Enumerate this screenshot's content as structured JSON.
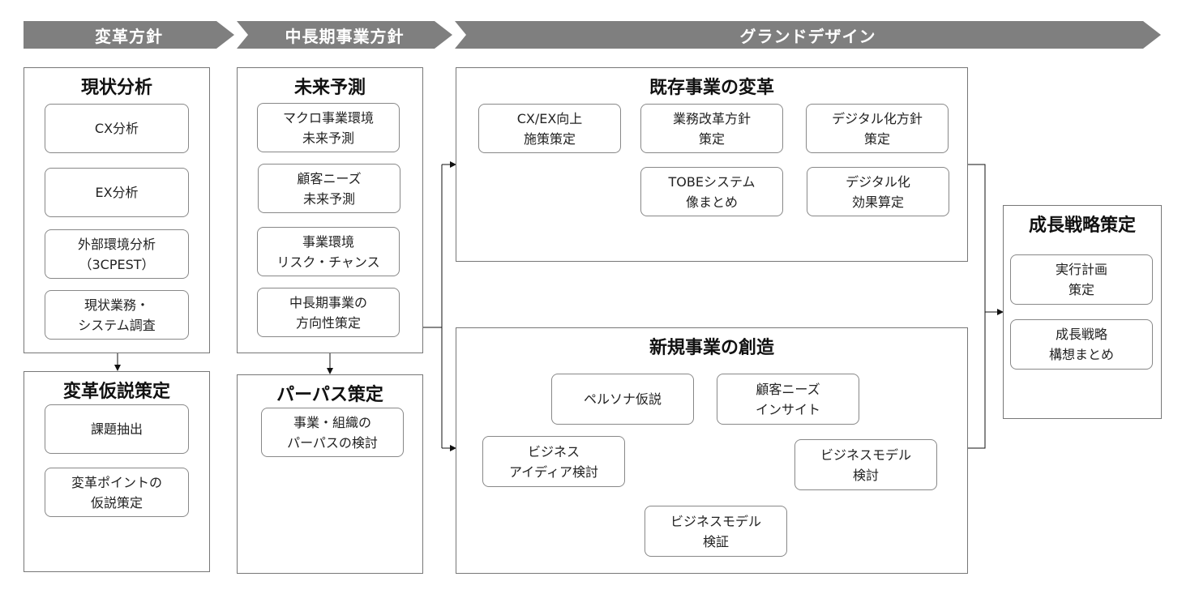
{
  "phases": {
    "p1": "変革方針",
    "p2": "中長期事業方針",
    "p3": "グランドデザイン"
  },
  "genjo": {
    "title": "現状分析",
    "items": [
      "CX分析",
      "EX分析",
      "外部環境分析",
      "（3CPEST）",
      "現状業務・",
      "システム調査"
    ]
  },
  "henkaku": {
    "title": "変革仮説策定",
    "items": [
      "課題抽出",
      "変革ポイントの",
      "仮説策定"
    ]
  },
  "mirai": {
    "title": "未来予測",
    "items": [
      "マクロ事業環境",
      "未来予測",
      "顧客ニーズ",
      "未来予測",
      "事業環境",
      "リスク・チャンス",
      "中長期事業の",
      "方向性策定"
    ]
  },
  "purpose": {
    "title": "パーパス策定",
    "items": [
      "事業・組織の",
      "パーパスの検討"
    ]
  },
  "kison": {
    "title": "既存事業の変革",
    "items": [
      "CX/EX向上",
      "施策策定",
      "業務改革方針",
      "策定",
      "デジタル化方針",
      "策定",
      "TOBEシステム",
      "像まとめ",
      "デジタル化",
      "効果算定"
    ]
  },
  "shinki": {
    "title": "新規事業の創造",
    "items": [
      "ペルソナ仮説",
      "顧客ニーズ",
      "インサイト",
      "ビジネス",
      "アイディア検討",
      "ビジネスモデル",
      "検討",
      "ビジネスモデル",
      "検証"
    ]
  },
  "seicho": {
    "title": "成長戦略策定",
    "items": [
      "実行計画",
      "策定",
      "成長戦略",
      "構想まとめ"
    ]
  }
}
